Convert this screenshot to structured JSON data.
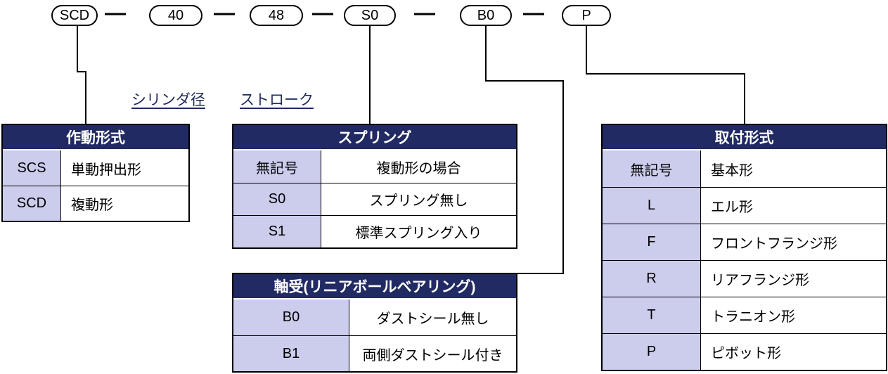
{
  "code": {
    "separator": "—",
    "segments": [
      "SCD",
      "40",
      "48",
      "S0",
      "B0",
      "P"
    ]
  },
  "labels": {
    "cylinder_diameter": "シリンダ径",
    "stroke": "ストローク"
  },
  "tables": {
    "operation": {
      "title": "作動形式",
      "rows": [
        {
          "code": "SCS",
          "desc": "単動押出形"
        },
        {
          "code": "SCD",
          "desc": "複動形"
        }
      ]
    },
    "spring": {
      "title": "スプリング",
      "rows": [
        {
          "code": "無記号",
          "desc": "複動形の場合"
        },
        {
          "code": "S0",
          "desc": "スプリング無し"
        },
        {
          "code": "S1",
          "desc": "標準スプリング入り"
        }
      ]
    },
    "bearing": {
      "title": "軸受(リニアボールベアリング)",
      "rows": [
        {
          "code": "B0",
          "desc": "ダストシール無し"
        },
        {
          "code": "B1",
          "desc": "両側ダストシール付き"
        }
      ]
    },
    "mounting": {
      "title": "取付形式",
      "rows": [
        {
          "code": "無記号",
          "desc": "基本形"
        },
        {
          "code": "L",
          "desc": "エル形"
        },
        {
          "code": "F",
          "desc": "フロントフランジ形"
        },
        {
          "code": "R",
          "desc": "リアフランジ形"
        },
        {
          "code": "T",
          "desc": "トラニオン形"
        },
        {
          "code": "P",
          "desc": "ピボット形"
        }
      ]
    }
  },
  "colors": {
    "header_bg": "#222a63",
    "header_text": "#ffffff",
    "code_cell_bg": "#ccccec",
    "label_text": "#1f2a5e",
    "line": "#000000"
  }
}
